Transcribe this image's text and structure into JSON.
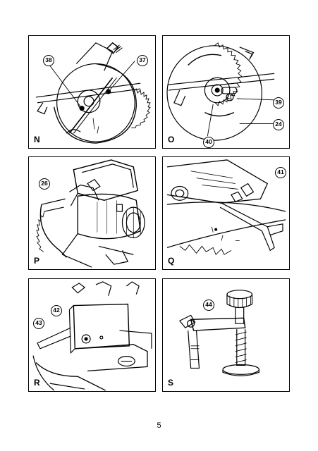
{
  "panels": [
    {
      "label": "N",
      "callouts": [
        "38",
        "37"
      ]
    },
    {
      "label": "O",
      "callouts": [
        "39",
        "24",
        "40"
      ]
    },
    {
      "label": "P",
      "callouts": [
        "26"
      ]
    },
    {
      "label": "Q",
      "callouts": [
        "41"
      ]
    },
    {
      "label": "R",
      "callouts": [
        "42",
        "43"
      ]
    },
    {
      "label": "S",
      "callouts": [
        "44"
      ]
    }
  ],
  "page_number": "5"
}
